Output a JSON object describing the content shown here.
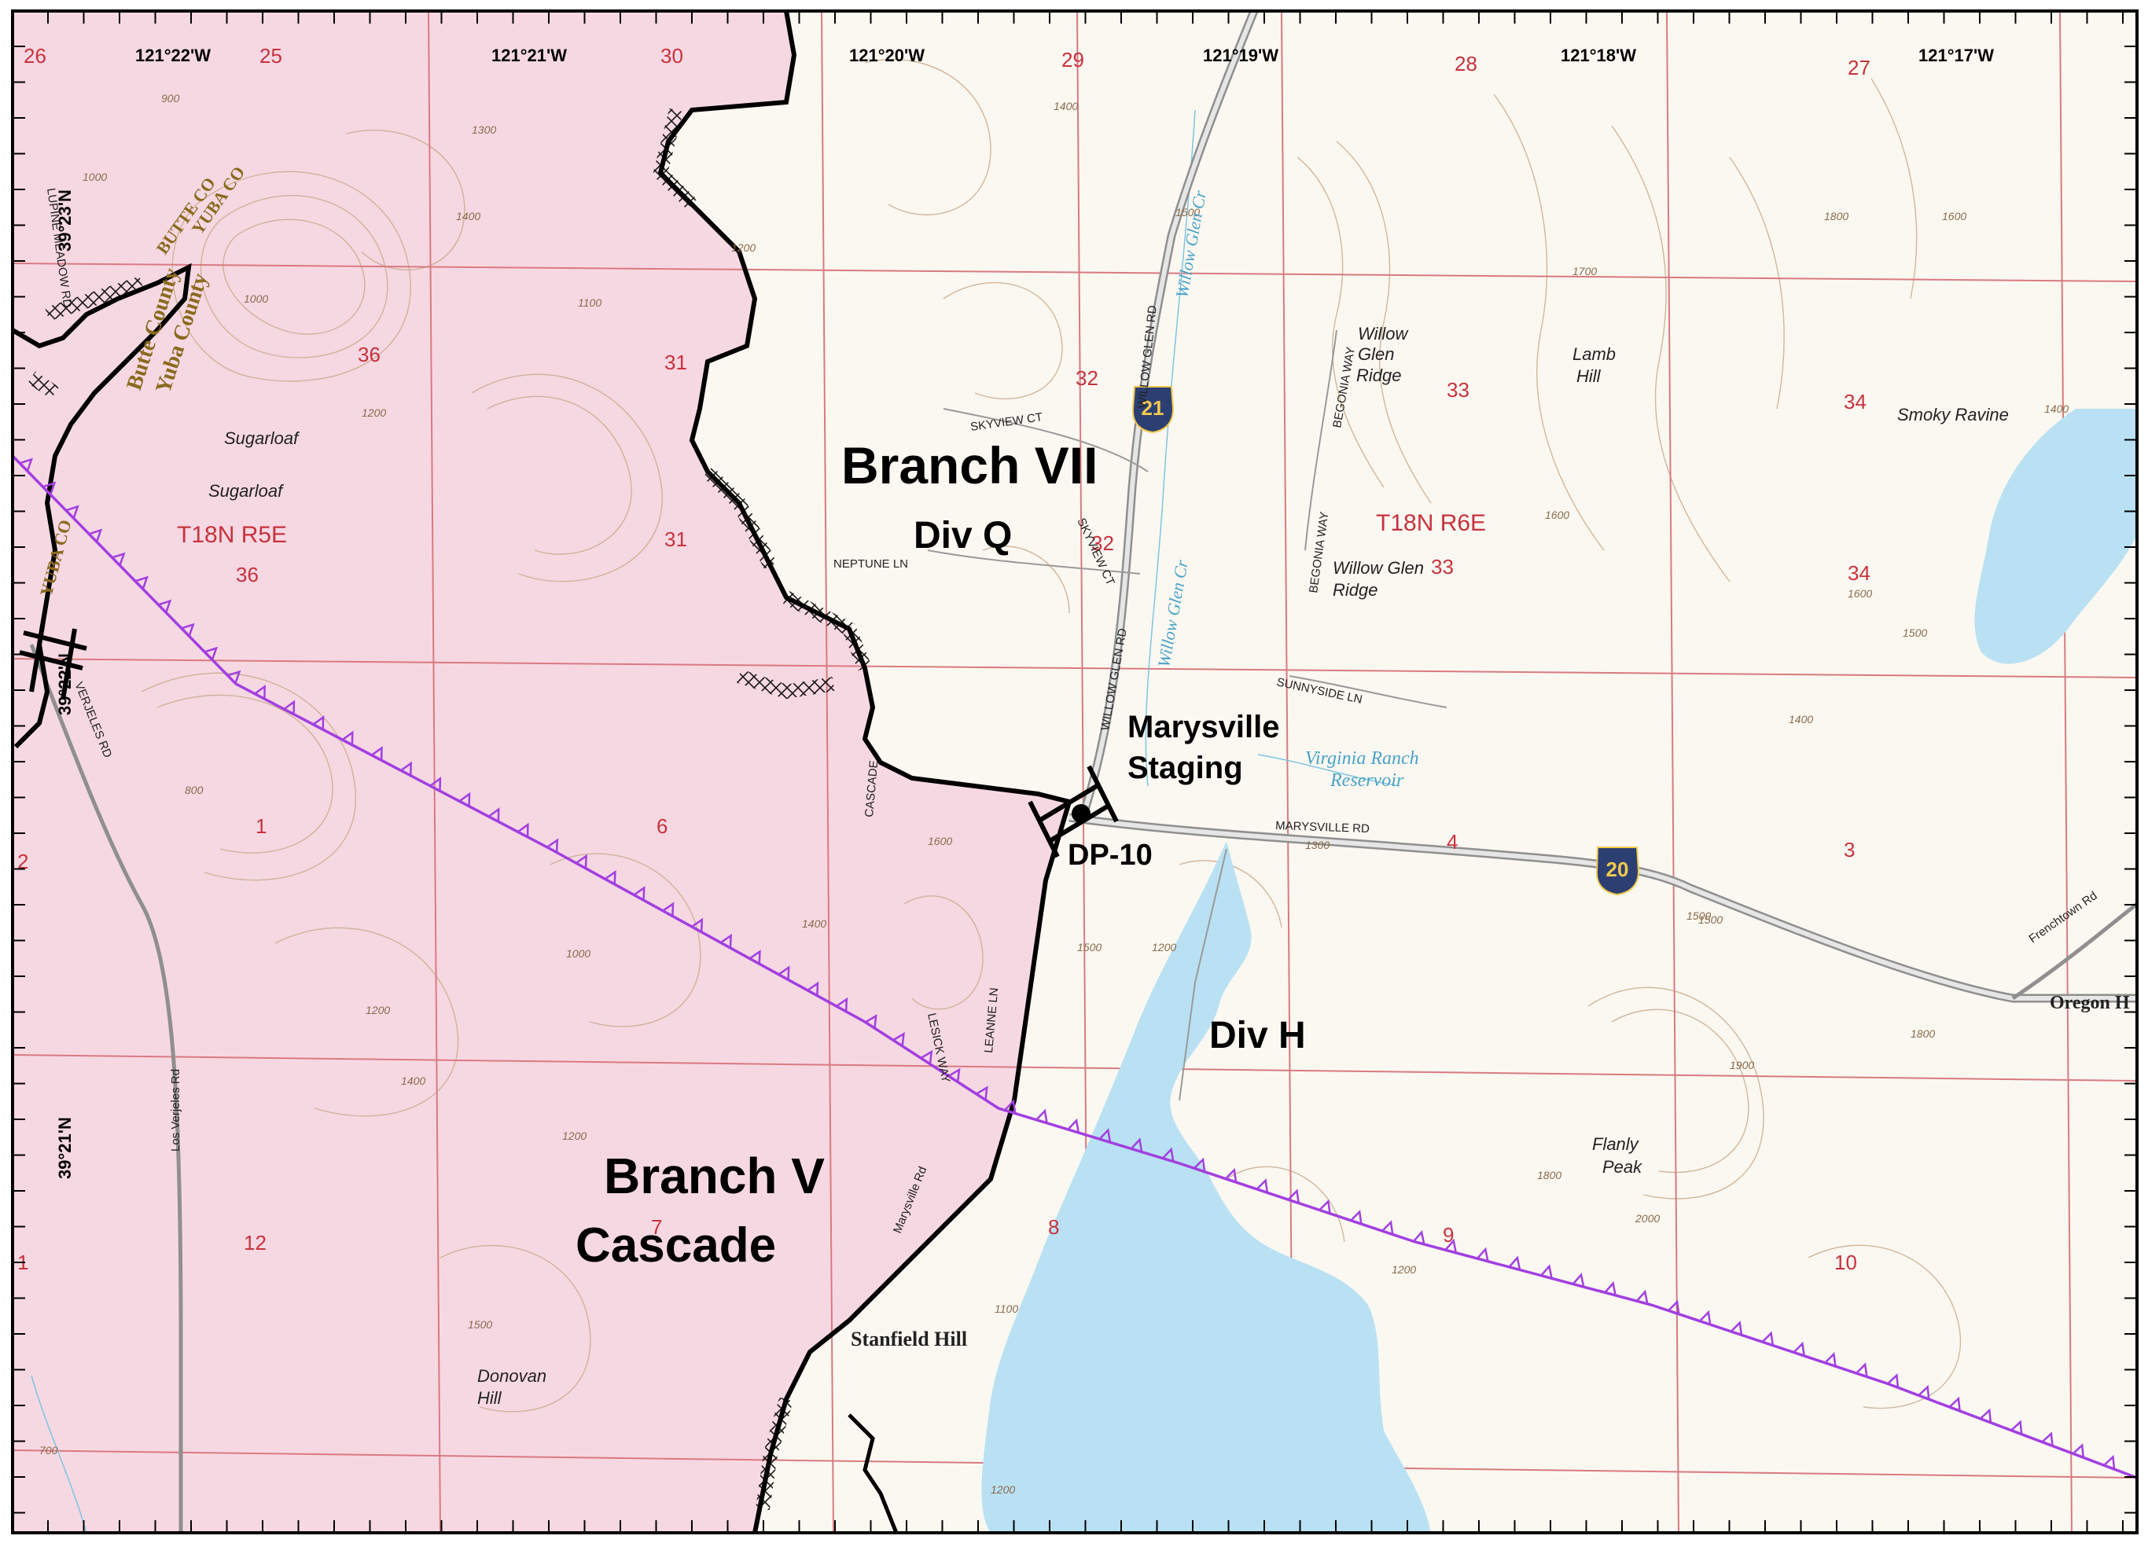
{
  "branches": {
    "branch_vii": "Branch VII",
    "branch_v": "Branch V",
    "cascade": "Cascade"
  },
  "divisions": {
    "div_q": "Div Q",
    "div_h": "Div H"
  },
  "staging": {
    "line1": "Marysville",
    "line2": "Staging",
    "drop_point": "DP-10"
  },
  "coords": {
    "lon": [
      "121°22'W",
      "121°21'W",
      "121°20'W",
      "121°19'W",
      "121°18'W",
      "121°17'W"
    ],
    "lat": [
      "39°23'N",
      "39°22'N",
      "39°21'N"
    ]
  },
  "townships": {
    "west": "T18N R5E",
    "east": "T18N R6E"
  },
  "sections": {
    "s26": "26",
    "s25": "25",
    "s30": "30",
    "s29": "29",
    "s28": "28",
    "s27": "27",
    "s36a": "36",
    "s36b": "36",
    "s31a": "31",
    "s31b": "31",
    "s32a": "32",
    "s32b": "32",
    "s33a": "33",
    "s33b": "33",
    "s34a": "34",
    "s34b": "34",
    "s1": "1",
    "s6": "6",
    "s4": "4",
    "s3": "3",
    "s12": "12",
    "s7": "7",
    "s8": "8",
    "s9": "9",
    "s10": "10",
    "s2": "2",
    "s1b": "1"
  },
  "places": {
    "sugarloaf1": "Sugarloaf",
    "sugarloaf2": "Sugarloaf",
    "willow_glen_ridge_1a": "Willow",
    "willow_glen_ridge_1b": "Glen",
    "willow_glen_ridge_1c": "Ridge",
    "willow_glen_ridge_2a": "Willow Glen",
    "willow_glen_ridge_2b": "Ridge",
    "lamb_hill_a": "Lamb",
    "lamb_hill_b": "Hill",
    "smoky_ravine": "Smoky Ravine",
    "flanly_peak_a": "Flanly",
    "flanly_peak_b": "Peak",
    "donovan_hill_a": "Donovan",
    "donovan_hill_b": "Hill",
    "stanfield_hill": "Stanfield Hill",
    "oregon": "Oregon H",
    "butte_county": "Butte County",
    "yuba_county": "Yuba County",
    "butte_co": "BUTTE CO",
    "yuba_co": "YUBA CO",
    "yuba_co_2": "YUBA CO",
    "virginia_ranch_a": "Virginia Ranch",
    "virginia_ranch_b": "Reservoir",
    "willow_glen_cr_1": "Willow Glen Cr",
    "willow_glen_cr_2": "Willow Glen Cr"
  },
  "roads": {
    "willow_glen_rd_1": "WILLOW GLEN RD",
    "willow_glen_rd_2": "WILLOW GLEN RD",
    "skyview_ct_1": "SKYVIEW CT",
    "skyview_ct_2": "SKYVIEW CT",
    "neptune_ln": "NEPTUNE LN",
    "begonia_way_1": "BEGONIA WAY",
    "begonia_way_2": "BEGONIA WAY",
    "sunnyside_ln": "SUNNYSIDE LN",
    "marysville_rd_caps": "MARYSVILLE RD",
    "marysville_rd": "Marysville Rd",
    "los_verjeles_rd": "Los Verjeles Rd",
    "verjeles_rd_caps": "VERJELES RD",
    "frenchtown_rd": "Frenchtown Rd",
    "lesick_way": "LESICK WAY",
    "leanne_ln": "LEANNE LN",
    "lupine_meadow_rd": "LUPINE MEADOW RD",
    "cascade_rd": "CASCADE"
  },
  "routes": {
    "r21": "21",
    "r20": "20"
  },
  "contours": {
    "c1": "900",
    "c2": "1000",
    "c3": "1300",
    "c4": "1400",
    "c5": "1200",
    "c6": "1100",
    "c7": "1500",
    "c8": "1600",
    "c9": "1700",
    "c10": "1800",
    "c11": "1900",
    "c12": "2000",
    "c13": "800",
    "c14": "700"
  },
  "colors": {
    "pink_area": "#f6d8e3",
    "map_bg": "#fbf8f2",
    "water": "#b9e1f3",
    "grid_red": "#d97a80",
    "contour": "#c9ab8c",
    "fireline": "#a23fe0",
    "road": "#9a9a9a",
    "perimeter": "#000000"
  }
}
